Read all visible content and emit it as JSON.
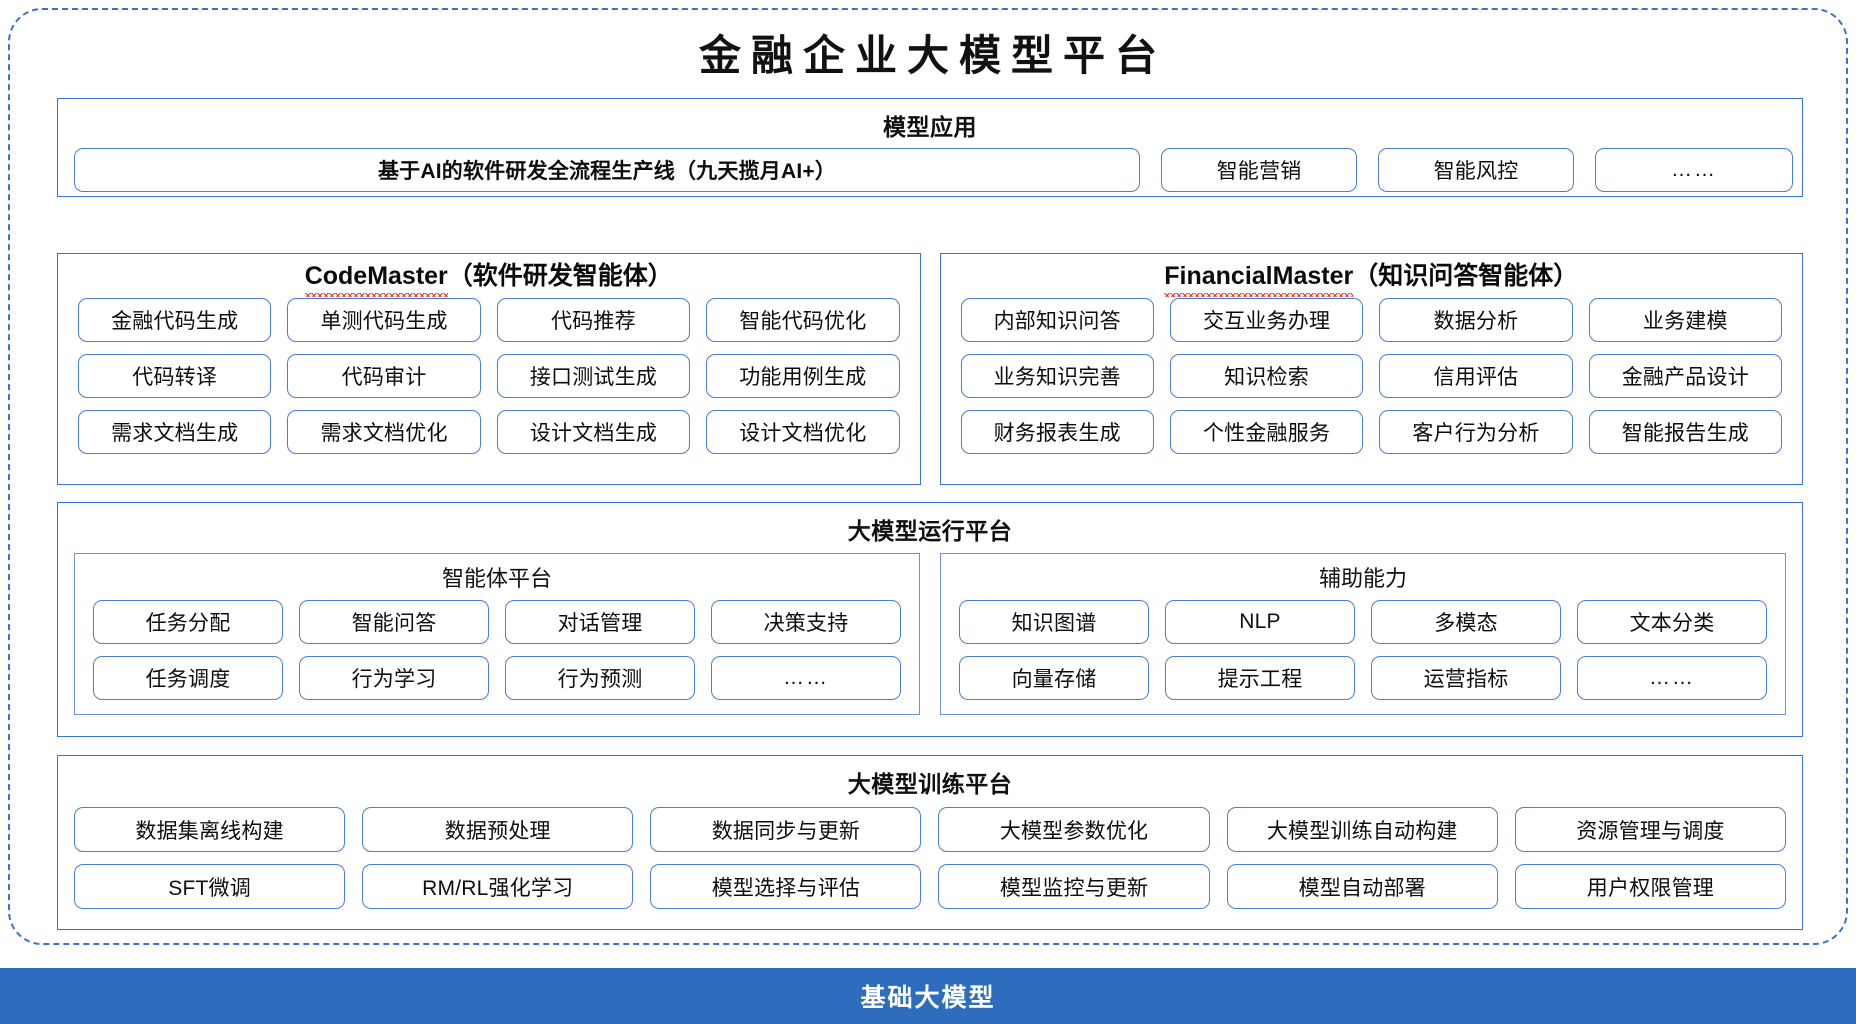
{
  "title": "金融企业大模型平台",
  "applications": {
    "heading": "模型应用",
    "items": [
      "基于AI的软件研发全流程生产线（九天揽月AI+）",
      "智能营销",
      "智能风控",
      "……"
    ]
  },
  "agents": [
    {
      "name": "CodeMaster",
      "suffix": "（软件研发智能体）",
      "capabilities": [
        "金融代码生成",
        "单测代码生成",
        "代码推荐",
        "智能代码优化",
        "代码转译",
        "代码审计",
        "接口测试生成",
        "功能用例生成",
        "需求文档生成",
        "需求文档优化",
        "设计文档生成",
        "设计文档优化"
      ]
    },
    {
      "name": "FinancialMaster",
      "suffix": "（知识问答智能体）",
      "capabilities": [
        "内部知识问答",
        "交互业务办理",
        "数据分析",
        "业务建模",
        "业务知识完善",
        "知识检索",
        "信用评估",
        "金融产品设计",
        "财务报表生成",
        "个性金融服务",
        "客户行为分析",
        "智能报告生成"
      ]
    }
  ],
  "runtime": {
    "heading": "大模型运行平台",
    "panels": [
      {
        "heading": "智能体平台",
        "items": [
          "任务分配",
          "智能问答",
          "对话管理",
          "决策支持",
          "任务调度",
          "行为学习",
          "行为预测",
          "……"
        ]
      },
      {
        "heading": "辅助能力",
        "items": [
          "知识图谱",
          "NLP",
          "多模态",
          "文本分类",
          "向量存储",
          "提示工程",
          "运营指标",
          "……"
        ]
      }
    ]
  },
  "training": {
    "heading": "大模型训练平台",
    "items": [
      "数据集离线构建",
      "数据预处理",
      "数据同步与更新",
      "大模型参数优化",
      "大模型训练自动构建",
      "资源管理与调度",
      "SFT微调",
      "RM/RL强化学习",
      "模型选择与评估",
      "模型监控与更新",
      "模型自动部署",
      "用户权限管理"
    ]
  },
  "foundation": {
    "label": "基础大模型"
  },
  "colors": {
    "accent": "#3B6FD4",
    "pill_border": "#4A7FD0",
    "base_bar": "#2E6DBE",
    "spellcheck": "#E03B2F"
  }
}
